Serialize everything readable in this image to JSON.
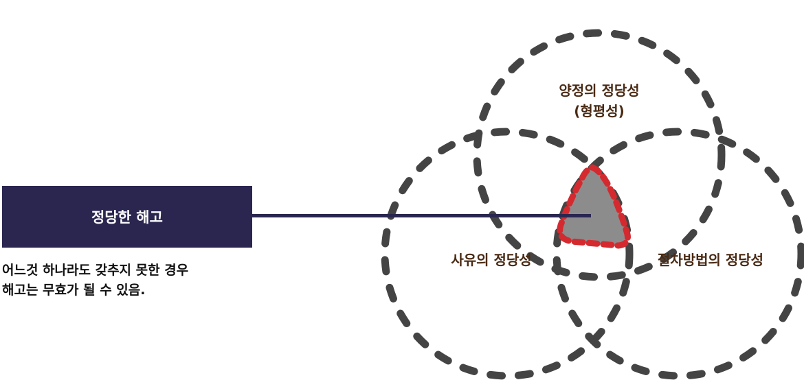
{
  "box": {
    "label": "정당한 해고"
  },
  "note": {
    "line1": "어느것 하나라도 갖추지 못한 경우",
    "line2": "해고는 무효가 될 수 있음."
  },
  "circles": {
    "top": {
      "line1": "양정의 정당성",
      "line2": "(형평성)"
    },
    "left": {
      "label": "사유의 정당성"
    },
    "right": {
      "label": "절차방법의 정당성"
    }
  },
  "colors": {
    "box_fill": "#2a2650",
    "circle_stroke": "#444444",
    "intersection_fill": "#8c8c8c",
    "intersection_stroke": "#d42a2f",
    "label_text": "#4a2a14"
  }
}
